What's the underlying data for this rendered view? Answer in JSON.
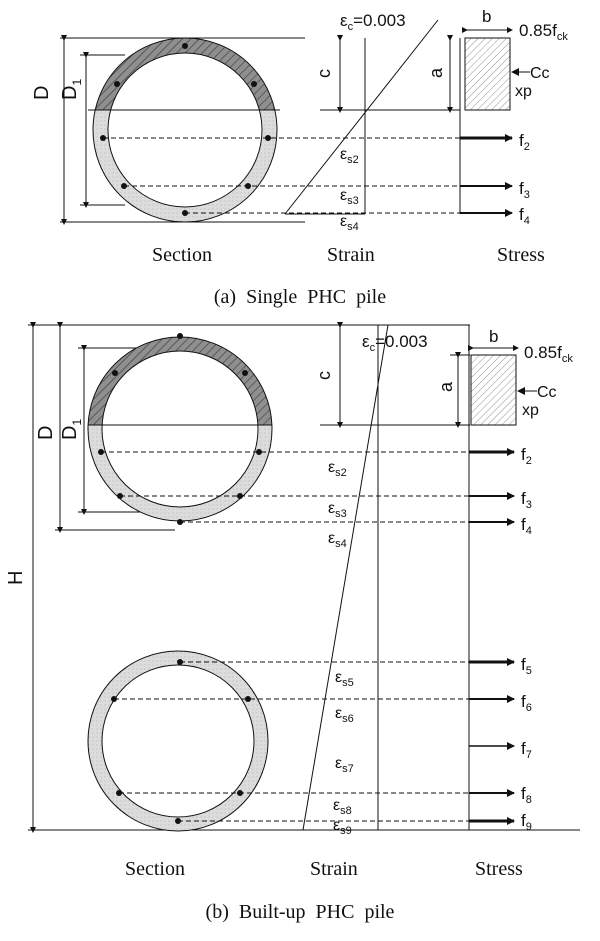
{
  "panel_a": {
    "dims": {
      "D": "D",
      "D1": "D",
      "D1_sub": "1",
      "c": "c",
      "a": "a",
      "b": "b"
    },
    "strain_top": {
      "pre": "ε",
      "sub": "c",
      "post": "=0.003"
    },
    "stress_top": {
      "pre": "0.85f",
      "sub": "ck"
    },
    "cc": "Cc",
    "xp": "xp",
    "strains": [
      {
        "pre": "ε",
        "sub": "s2"
      },
      {
        "pre": "ε",
        "sub": "s3"
      },
      {
        "pre": "ε",
        "sub": "s4"
      }
    ],
    "forces": [
      {
        "pre": "f",
        "sub": "2"
      },
      {
        "pre": "f",
        "sub": "3"
      },
      {
        "pre": "f",
        "sub": "4"
      }
    ],
    "col_labels": {
      "section": "Section",
      "strain": "Strain",
      "stress": "Stress"
    },
    "caption": "(a)  Single  PHC  pile"
  },
  "panel_b": {
    "dims": {
      "D": "D",
      "D1": "D",
      "D1_sub": "1",
      "H": "H",
      "c": "c",
      "a": "a",
      "b": "b"
    },
    "strain_top": {
      "pre": "ε",
      "sub": "c",
      "post": "=0.003"
    },
    "stress_top": {
      "pre": "0.85f",
      "sub": "ck"
    },
    "cc": "Cc",
    "xp": "xp",
    "strains": [
      {
        "pre": "ε",
        "sub": "s2"
      },
      {
        "pre": "ε",
        "sub": "s3"
      },
      {
        "pre": "ε",
        "sub": "s4"
      },
      {
        "pre": "ε",
        "sub": "s5"
      },
      {
        "pre": "ε",
        "sub": "s6"
      },
      {
        "pre": "ε",
        "sub": "s7"
      },
      {
        "pre": "ε",
        "sub": "s8"
      },
      {
        "pre": "ε",
        "sub": "s9"
      }
    ],
    "forces": [
      {
        "pre": "f",
        "sub": "2"
      },
      {
        "pre": "f",
        "sub": "3"
      },
      {
        "pre": "f",
        "sub": "4"
      },
      {
        "pre": "f",
        "sub": "5"
      },
      {
        "pre": "f",
        "sub": "6"
      },
      {
        "pre": "f",
        "sub": "7"
      },
      {
        "pre": "f",
        "sub": "8"
      },
      {
        "pre": "f",
        "sub": "9"
      }
    ],
    "col_labels": {
      "section": "Section",
      "strain": "Strain",
      "stress": "Stress"
    },
    "caption": "(b)  Built-up  PHC  pile"
  },
  "colors": {
    "compression_zone": "#8a8a8a",
    "ring": "#d6d6d6",
    "line": "#111111"
  }
}
